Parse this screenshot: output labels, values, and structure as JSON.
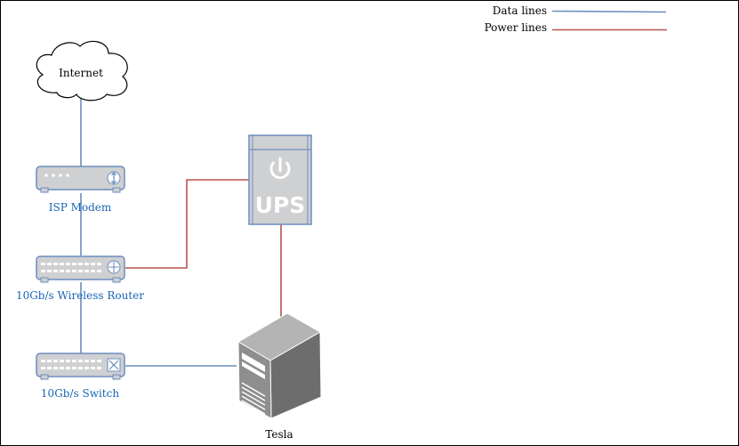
{
  "legend": {
    "data_label": "Data lines",
    "power_label": "Power lines",
    "data_color": "#6c8ebf",
    "power_color": "#b85450"
  },
  "nodes": {
    "internet": {
      "label": "Internet",
      "icon": "cloud-icon"
    },
    "modem": {
      "label": "ISP Modem",
      "icon": "modem-icon"
    },
    "router": {
      "label": "10Gb/s Wireless Router",
      "icon": "router-icon"
    },
    "switch": {
      "label": "10Gb/s Switch",
      "icon": "switch-icon"
    },
    "ups": {
      "label": "UPS",
      "icon": "ups-power-icon"
    },
    "server": {
      "label": "Tesla",
      "icon": "server-tower-icon"
    }
  },
  "colors": {
    "device_fill": "#cfd0d2",
    "device_stroke": "#6c8ebf",
    "device_label": "#1a64b4"
  }
}
